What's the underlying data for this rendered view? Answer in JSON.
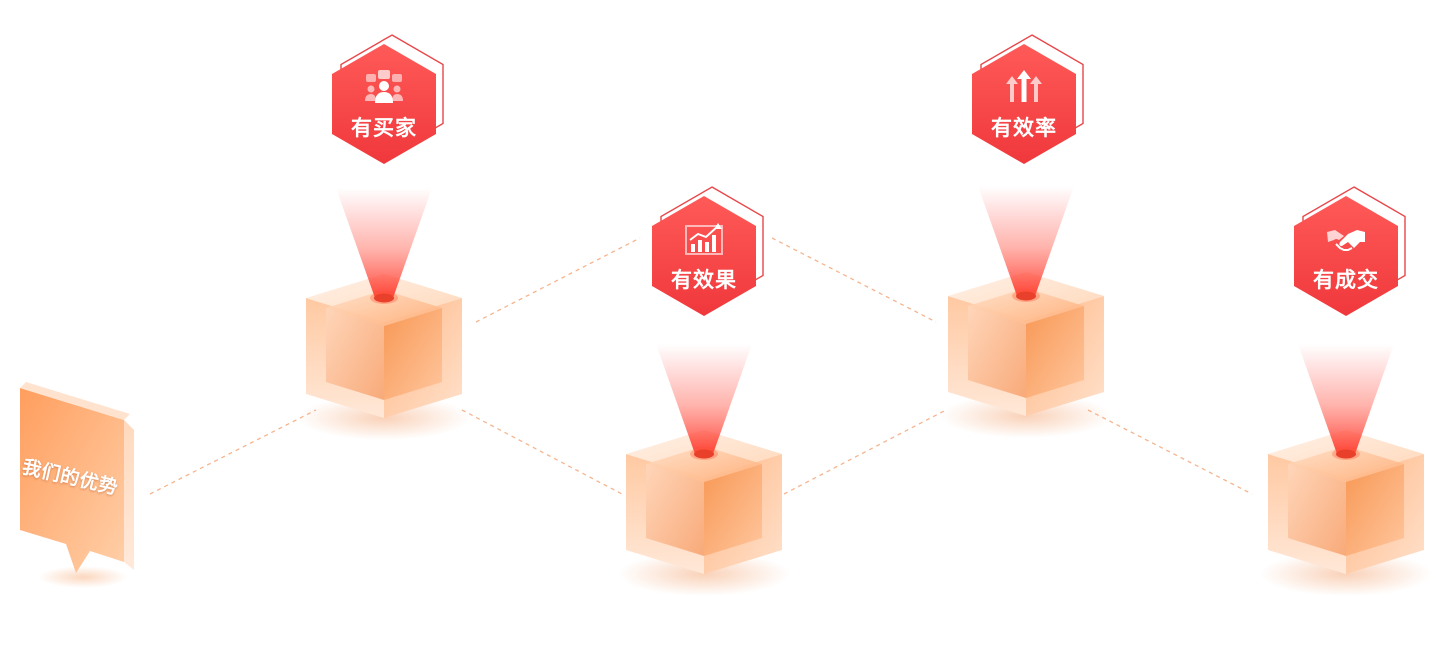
{
  "title_sign": {
    "text": "我们的优势"
  },
  "nodes": [
    {
      "label": "有买家",
      "icon": "buyers-group-icon"
    },
    {
      "label": "有效果",
      "icon": "bar-chart-growth-icon"
    },
    {
      "label": "有效率",
      "icon": "up-arrows-icon"
    },
    {
      "label": "有成交",
      "icon": "handshake-icon"
    }
  ],
  "colors": {
    "badge_red": "#f0383c",
    "cube_light": "#ffd6b8",
    "cube_dark": "#f7985c",
    "connector": "#f6b48e"
  }
}
